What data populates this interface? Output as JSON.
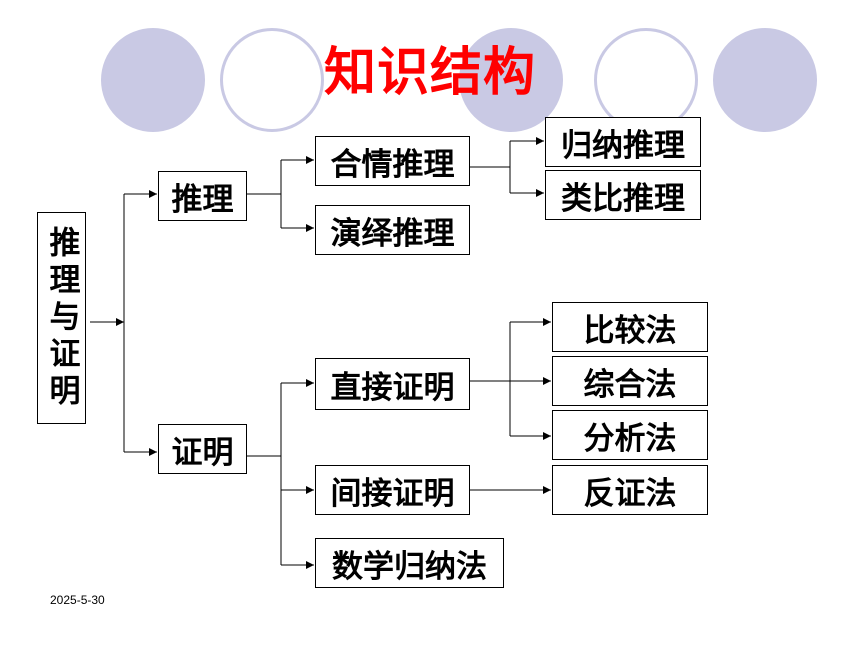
{
  "title": "知识结构",
  "date": "2025-5-30",
  "root": "推理与证明",
  "level1": {
    "reasoning": "推理",
    "proof": "证明"
  },
  "reasoning_children": {
    "plausible": "合情推理",
    "deductive": "演绎推理"
  },
  "plausible_children": {
    "induction": "归纳推理",
    "analogy": "类比推理"
  },
  "proof_children": {
    "direct": "直接证明",
    "indirect": "间接证明",
    "math_induction": "数学归纳法"
  },
  "direct_methods": {
    "comparison": "比较法",
    "synthesis": "综合法",
    "analysis": "分析法"
  },
  "indirect_methods": {
    "contradiction": "反证法"
  },
  "colors": {
    "title": "#ff0000",
    "decoration": "#c9c9e4",
    "line": "#000000"
  }
}
